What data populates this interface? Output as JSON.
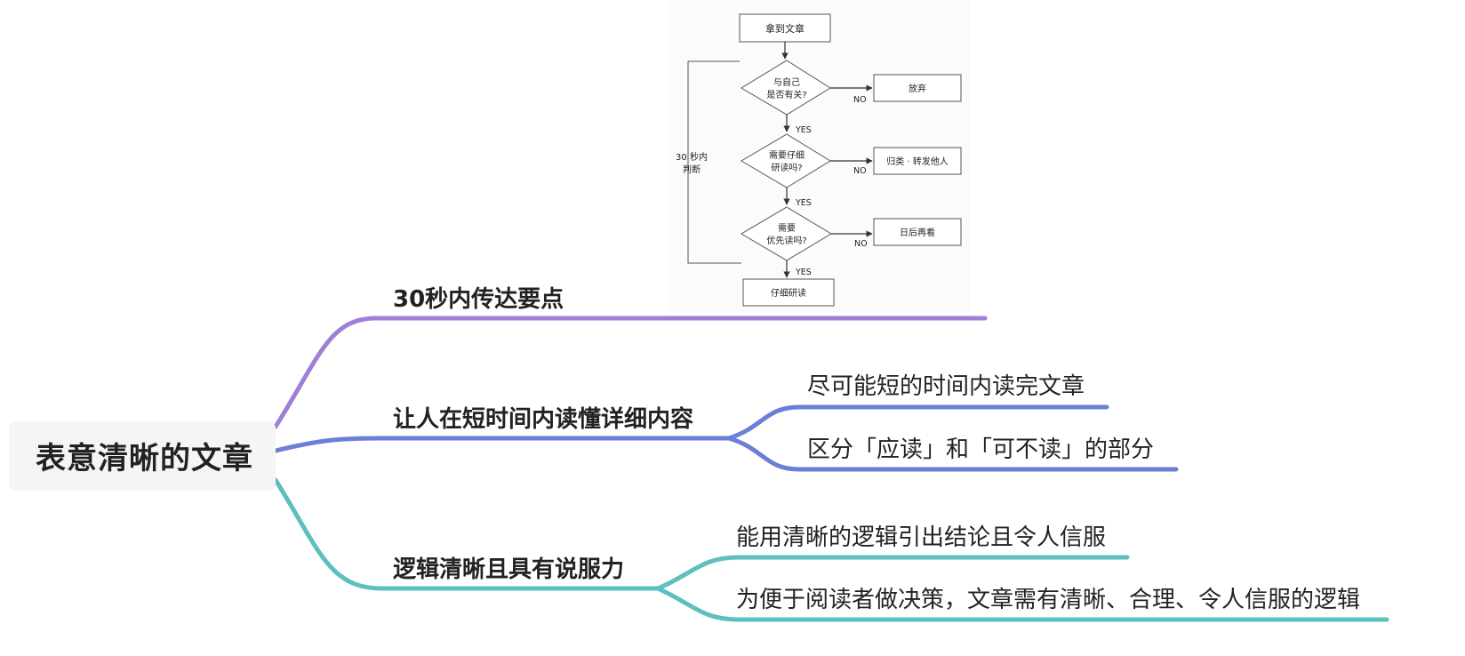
{
  "root": {
    "label": "表意清晰的文章"
  },
  "branches": [
    {
      "label": "30秒内传达要点",
      "color": "#a07fd6",
      "children": []
    },
    {
      "label": "让人在短时间内读懂详细内容",
      "color": "#6b7fd6",
      "children": [
        {
          "label": "尽可能短的时间内读完文章"
        },
        {
          "label": "区分「应读」和「可不读」的部分"
        }
      ]
    },
    {
      "label": "逻辑清晰且具有说服力",
      "color": "#5ebfbf",
      "children": [
        {
          "label": "能用清晰的逻辑引出结论且令人信服"
        },
        {
          "label": "为便于阅读者做决策，文章需有清晰、合理、令人信服的逻辑"
        }
      ]
    }
  ],
  "flowchart": {
    "start": "拿到文章",
    "decisions": [
      {
        "question_lines": [
          "与自己",
          "是否有关?"
        ],
        "no_result": "放弃"
      },
      {
        "question_lines": [
          "需要仔细",
          "研读吗?"
        ],
        "no_result": "归类 · 转发他人"
      },
      {
        "question_lines": [
          "需要",
          "优先读吗?"
        ],
        "no_result": "日后再看"
      }
    ],
    "end": "仔细研读",
    "yes_label": "YES",
    "no_label": "NO",
    "side_label_lines": [
      "30 秒内",
      "判断"
    ]
  }
}
